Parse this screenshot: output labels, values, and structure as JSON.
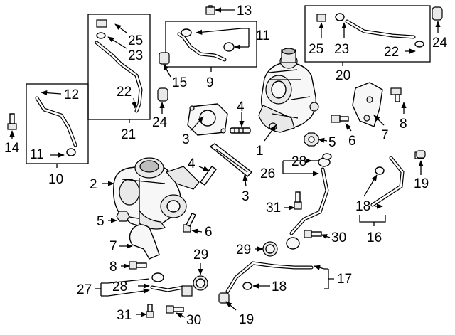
{
  "diagram": {
    "callouts": [
      {
        "id": "c1",
        "text": "1"
      },
      {
        "id": "c2",
        "text": "2"
      },
      {
        "id": "c3a",
        "text": "3"
      },
      {
        "id": "c3b",
        "text": "3"
      },
      {
        "id": "c4a",
        "text": "4"
      },
      {
        "id": "c4b",
        "text": "4"
      },
      {
        "id": "c5a",
        "text": "5"
      },
      {
        "id": "c5b",
        "text": "5"
      },
      {
        "id": "c6a",
        "text": "6"
      },
      {
        "id": "c6b",
        "text": "6"
      },
      {
        "id": "c7a",
        "text": "7"
      },
      {
        "id": "c7b",
        "text": "7"
      },
      {
        "id": "c8a",
        "text": "8"
      },
      {
        "id": "c8b",
        "text": "8"
      },
      {
        "id": "c9",
        "text": "9"
      },
      {
        "id": "c10",
        "text": "10"
      },
      {
        "id": "c11a",
        "text": "11"
      },
      {
        "id": "c11b",
        "text": "11"
      },
      {
        "id": "c12",
        "text": "12"
      },
      {
        "id": "c13",
        "text": "13"
      },
      {
        "id": "c14",
        "text": "14"
      },
      {
        "id": "c15",
        "text": "15"
      },
      {
        "id": "c16",
        "text": "16"
      },
      {
        "id": "c17",
        "text": "17"
      },
      {
        "id": "c18a",
        "text": "18"
      },
      {
        "id": "c18b",
        "text": "18"
      },
      {
        "id": "c19a",
        "text": "19"
      },
      {
        "id": "c19b",
        "text": "19"
      },
      {
        "id": "c20",
        "text": "20"
      },
      {
        "id": "c21",
        "text": "21"
      },
      {
        "id": "c22a",
        "text": "22"
      },
      {
        "id": "c22b",
        "text": "22"
      },
      {
        "id": "c23a",
        "text": "23"
      },
      {
        "id": "c23b",
        "text": "23"
      },
      {
        "id": "c24a",
        "text": "24"
      },
      {
        "id": "c24b",
        "text": "24"
      },
      {
        "id": "c25a",
        "text": "25"
      },
      {
        "id": "c25b",
        "text": "25"
      },
      {
        "id": "c26",
        "text": "26"
      },
      {
        "id": "c27",
        "text": "27"
      },
      {
        "id": "c28a",
        "text": "28"
      },
      {
        "id": "c28b",
        "text": "28"
      },
      {
        "id": "c29",
        "text": "29"
      },
      {
        "id": "c30a",
        "text": "30"
      },
      {
        "id": "c30b",
        "text": "30"
      },
      {
        "id": "c31a",
        "text": "31"
      },
      {
        "id": "c31b",
        "text": "31"
      }
    ]
  }
}
